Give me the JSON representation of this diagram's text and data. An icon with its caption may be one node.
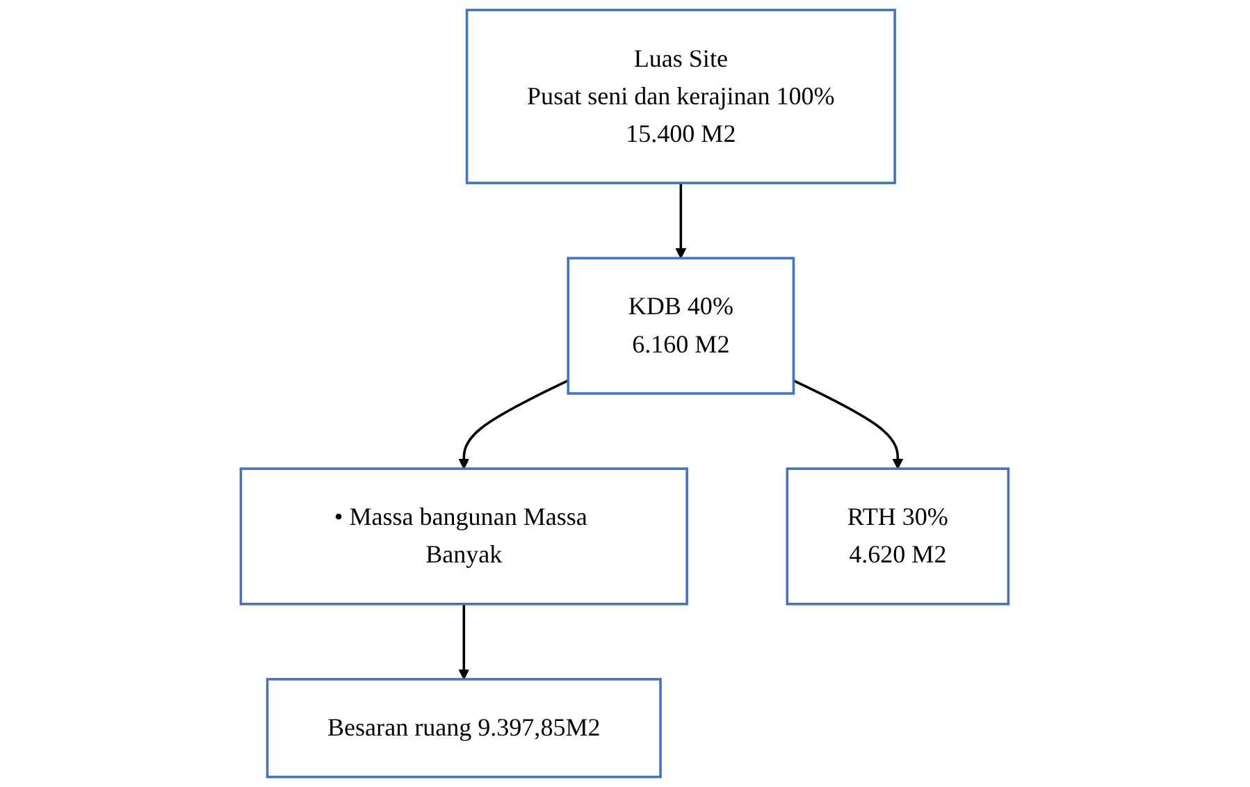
{
  "diagram": {
    "nodes": [
      {
        "text": [
          "Luas Site",
          "Pusat seni dan kerajinan 100%",
          "15.400 M2"
        ]
      },
      {
        "text": [
          "KDB 40%",
          "6.160 M2"
        ]
      },
      {
        "text": [
          "• Massa bangunan Massa Banyak"
        ]
      },
      {
        "text": [
          "RTH 30%",
          "4.620 M2"
        ]
      },
      {
        "text": [
          "Besaran ruang 9.397,85M2"
        ]
      }
    ],
    "edges": [
      {
        "from": 0,
        "to": 1,
        "arrow": "to"
      },
      {
        "from": 1,
        "to": 2,
        "arrow": "to"
      },
      {
        "from": 1,
        "to": 3,
        "arrow": "to"
      },
      {
        "from": 2,
        "to": 4,
        "arrow": "to"
      }
    ]
  }
}
